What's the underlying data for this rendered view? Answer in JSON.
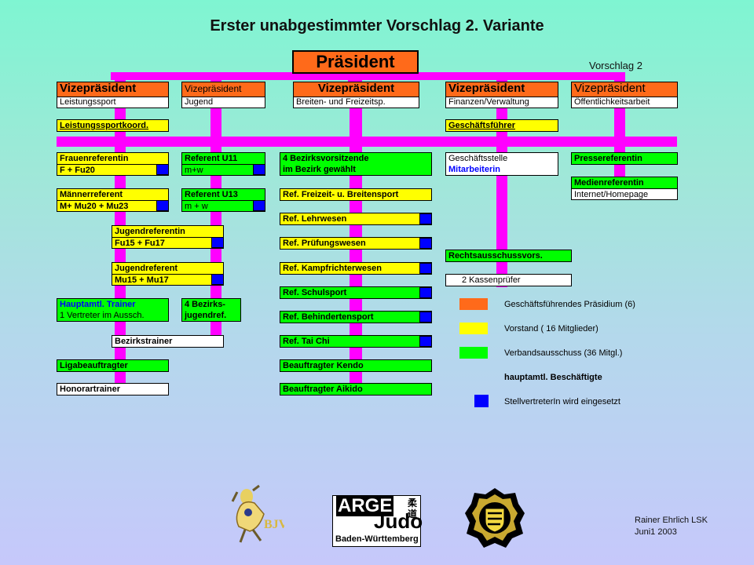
{
  "title": "Erster unabgestimmter Vorschlag  2. Variante",
  "vorschlag": "Vorschlag 2",
  "president": "Präsident",
  "vps": [
    {
      "title": "Vizepräsident",
      "sub": "Leistungssport",
      "orange_bold": true
    },
    {
      "title": "Vizepräsident",
      "sub": "Jugend",
      "orange_bold": false
    },
    {
      "title": "Vizepräsident",
      "sub": "Breiten- und Freizeitsp.",
      "orange_bold": true
    },
    {
      "title": "Vizepräsident",
      "sub": "Finanzen/Verwaltung",
      "orange_bold": true
    },
    {
      "title": "Vizepräsident",
      "sub": "Öffentlichkeitsarbeit",
      "orange_bold": false
    }
  ],
  "col1": {
    "leistungssportkoord": "Leistungssportkoord.",
    "frauenreferentin": "Frauenreferentin",
    "frauen_sub": "F + Fu20",
    "maennerreferent": "Männerreferent",
    "maenner_sub": "M+ Mu20 + Mu23",
    "jugendreferentin": "Jugendreferentin",
    "jugendreferentin_sub": "Fu15 + Fu17",
    "jugendreferent": "Jugendreferent",
    "jugendreferent_sub": "Mu15 + Mu17",
    "trainer": "Hauptamtl. Trainer",
    "trainer_sub": "1 Vertreter im Aussch.",
    "bezirkstrainer": "Bezirkstrainer",
    "ligabeauftragter": "Ligabeauftragter",
    "honorartrainer": "Honorartrainer"
  },
  "col2": {
    "u11": "Referent U11",
    "u11_sub": "m+w",
    "u13": "Referent U13",
    "u13_sub": "m + w",
    "bezirks_1": "4 Bezirks-",
    "bezirks_2": "jugendref."
  },
  "col3": {
    "bzv_1": "4 Bezirksvorsitzende",
    "bzv_2": "im Bezirk gewählt",
    "items": [
      "Ref. Freizeit- u. Breitensport",
      "Ref. Lehrwesen",
      "Ref. Prüfungswesen",
      "Ref. Kampfrichterwesen",
      "Ref. Schulsport",
      "Ref. Behindertensport",
      "Ref. Tai Chi",
      "Beauftragter Kendo",
      "Beauftragter Aikido"
    ]
  },
  "col4": {
    "gf": "Geschäftsführer",
    "gs_1": "Geschäftsstelle",
    "gs_2": "Mitarbeiterin",
    "recht": "Rechtsausschussvors.",
    "kasse": "2 Kassenprüfer"
  },
  "col5": {
    "presse": "Pressereferentin",
    "medien": "Medienreferentin",
    "medien_sub": "Internet/Homepage"
  },
  "legend": [
    {
      "text": "Geschäftsführendes Präsidium (6)",
      "color": "#ff6a1a"
    },
    {
      "text": "Vorstand ( 16 Mitglieder)",
      "color": "#ffff00"
    },
    {
      "text": "Verbandsausschuss (36 Mitgl.)",
      "color": "#00ff00"
    },
    {
      "text": "hauptamtl. Beschäftigte",
      "color": ""
    },
    {
      "text": "StellvertreterIn wird eingesetzt",
      "color": "#0000ff"
    }
  ],
  "logo_arge": {
    "line1": "ARGE",
    "line2": "Judo",
    "line3": "Baden-Württemberg",
    "kanji": "柔道"
  },
  "logo_bjv": "BJV",
  "credit": {
    "line1": "Rainer Ehrlich LSK",
    "line2": "Juni1 2003"
  }
}
